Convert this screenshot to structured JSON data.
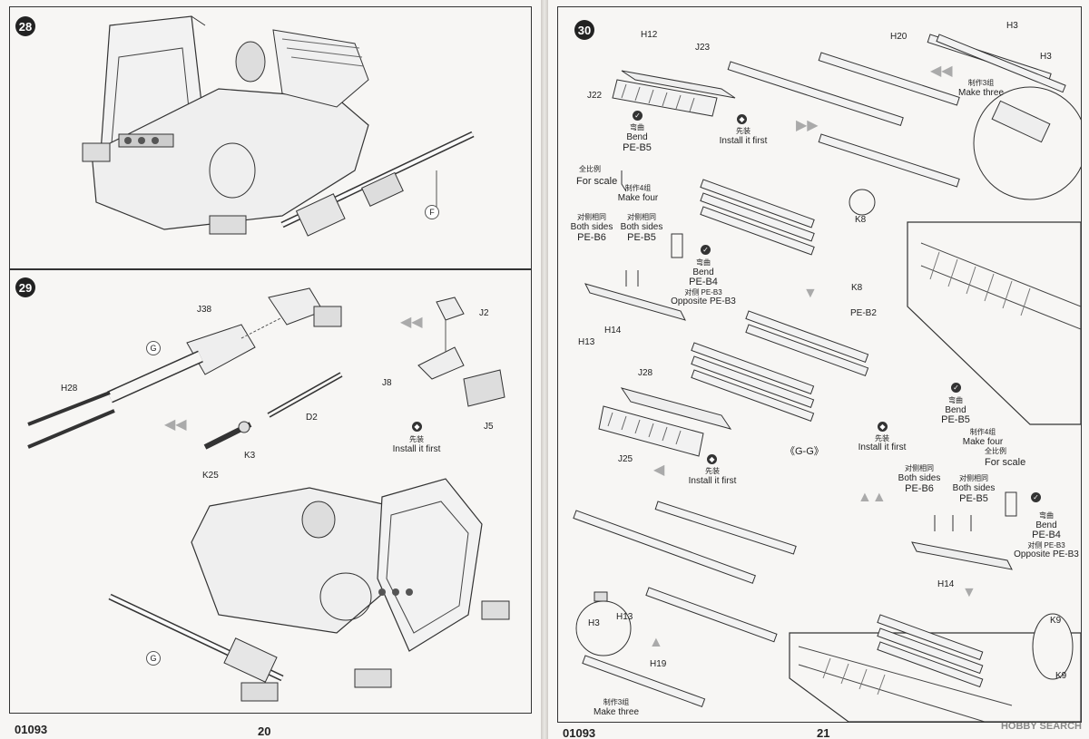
{
  "left_page": {
    "step28": {
      "number": "28",
      "g_label": "F"
    },
    "step29": {
      "number": "29",
      "parts": {
        "j38": "J38",
        "j2": "J2",
        "j8": "J8",
        "j5": "J5",
        "h28": "H28",
        "d2": "D2",
        "k3": "K3",
        "k25": "K25"
      },
      "install_first_cn": "先装",
      "install_first_en": "Install it first",
      "g_label_top": "G",
      "g_label_bottom": "G"
    },
    "product_code": "01093",
    "page_number": "20"
  },
  "right_page": {
    "step30": {
      "number": "30",
      "parts": {
        "h12": "H12",
        "j23": "J23",
        "j22": "J22",
        "h20": "H20",
        "h3a": "H3",
        "h3b": "H3",
        "k8a": "K8",
        "k8b": "K8",
        "h14a": "H14",
        "h13a": "H13",
        "j28": "J28",
        "j25": "J25",
        "pe_b2": "PE-B2",
        "h14b": "H14",
        "k9a": "K9",
        "k9b": "K9",
        "h3c": "H3",
        "h13b": "H13",
        "h19": "H19"
      },
      "make_three_cn": "制作3组",
      "make_three_en": "Make three",
      "install_first_cn": "先装",
      "install_first_en": "Install it first",
      "bend_cn": "弯曲",
      "bend_en": "Bend",
      "pe_b5": "PE-B5",
      "pe_b6": "PE-B6",
      "pe_b4": "PE-B4",
      "scale_cn": "全比例",
      "scale_en": "For scale",
      "make_four_cn": "制作4组",
      "make_four_en": "Make four",
      "both_sides_cn": "对侧相同",
      "both_sides_en": "Both sides",
      "opposite_cn": "对侧 PE-B3",
      "opposite_en": "Opposite PE-B3",
      "gg_label": "《G-G》"
    },
    "product_code": "01093",
    "page_number": "21",
    "watermark": "HOBBY SEARCH"
  }
}
